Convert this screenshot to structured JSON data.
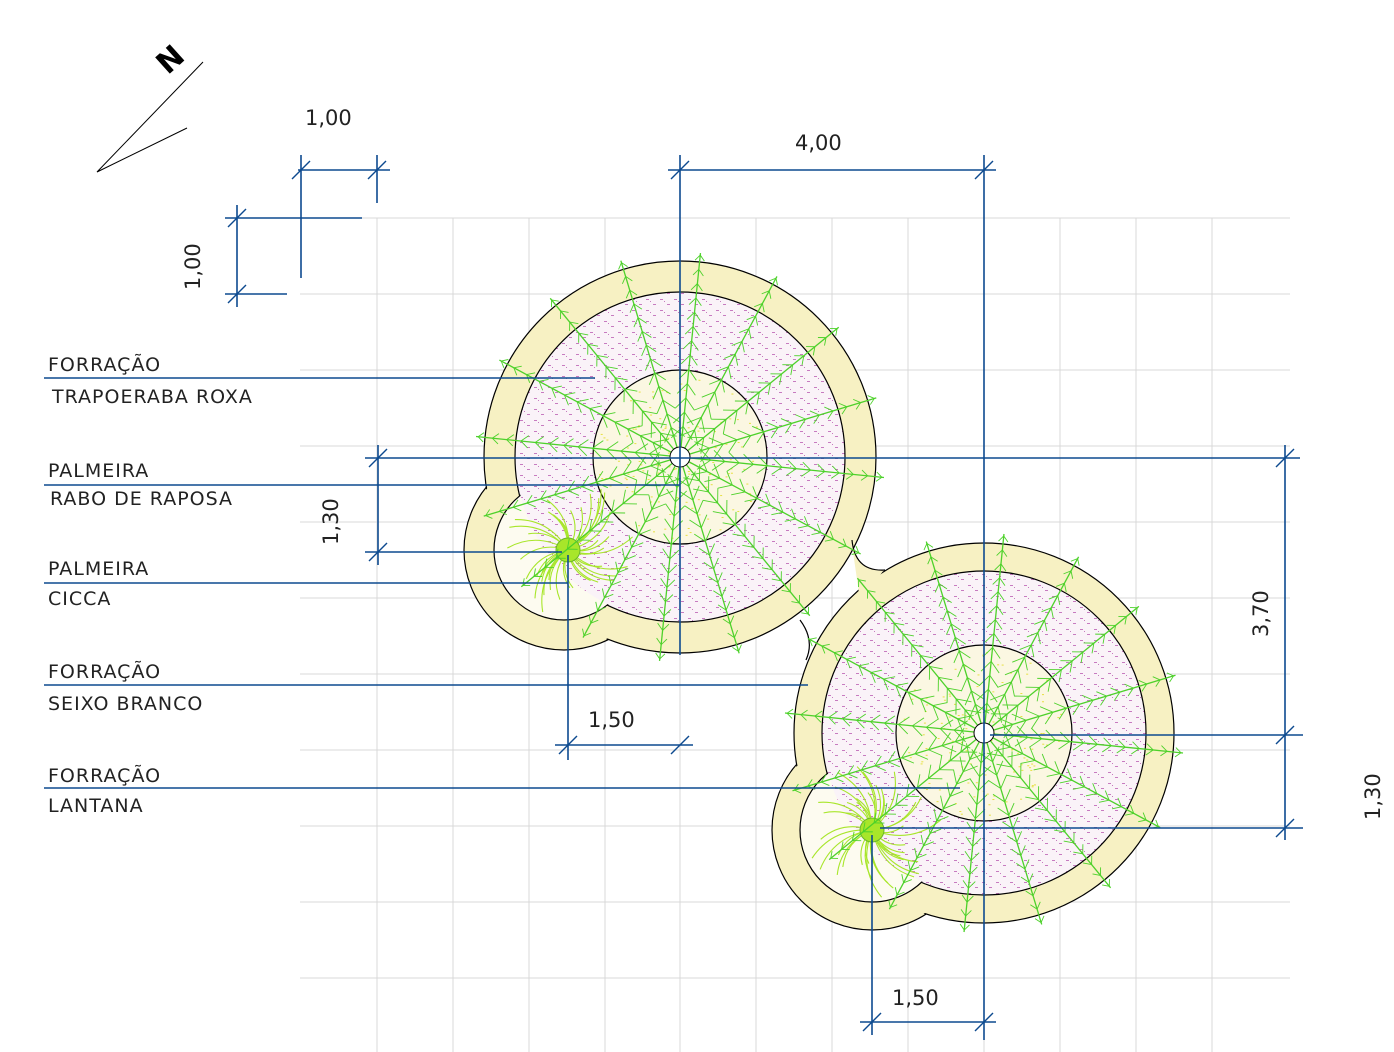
{
  "north": {
    "letter": "N"
  },
  "labels": [
    {
      "line1": "FORRAÇÃO",
      "line2": "TRAPOERABA ROXA"
    },
    {
      "line1": "PALMEIRA",
      "line2": "RABO DE RAPOSA"
    },
    {
      "line1": "PALMEIRA",
      "line2": "CICCA"
    },
    {
      "line1": "FORRAÇÃO",
      "line2": "SEIXO BRANCO"
    },
    {
      "line1": "FORRAÇÃO",
      "line2": "LANTANA"
    }
  ],
  "dimensions": {
    "grid_width": "1,00",
    "grid_height": "1,00",
    "total_width": "4,00",
    "left_offset": "1,30",
    "total_height": "3,70",
    "right_offset": "1,30",
    "bottom_left_width": "1,50",
    "bottom_right_width": "1,50"
  },
  "colors": {
    "grid": "#d9d9d9",
    "outline": "#000000",
    "bed_fill": "#f7f1c3",
    "bed_edge": "#e6dc9a",
    "ground_fill": "#faf3f8",
    "ground_dots": "#c77bc0",
    "yellow_dots": "#e6e040",
    "palm_green": "#4dd12a",
    "cycad_green": "#a8e62a",
    "dim_line": "#0d4a8f"
  }
}
